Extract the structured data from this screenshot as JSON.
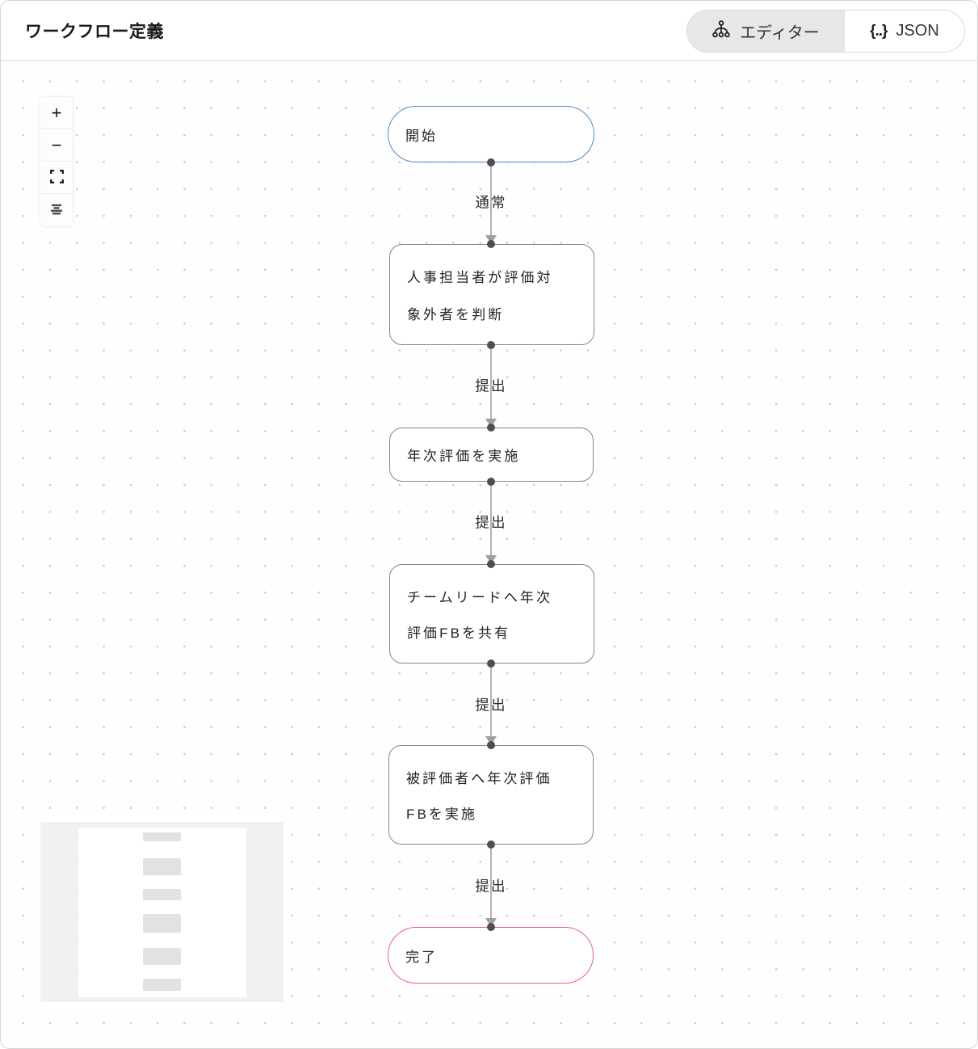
{
  "header": {
    "title": "ワークフロー定義",
    "view_toggle": {
      "editor_tab": {
        "label": "エディター",
        "icon": "workflow-tree-icon",
        "active": true
      },
      "json_tab": {
        "label": "JSON",
        "icon_text": "{..}",
        "active": false
      }
    }
  },
  "canvas": {
    "controls": {
      "zoom_in": "+",
      "zoom_out": "−",
      "fit_view": "fit-view-icon",
      "auto_layout": "auto-layout-icon"
    },
    "nodes": [
      {
        "id": "start",
        "kind": "start",
        "label": "開始",
        "lines": [
          "開始"
        ]
      },
      {
        "id": "task-1",
        "kind": "task",
        "label": "人事担当者が評価対象外者を判断",
        "lines": [
          "人事担当者が評価対",
          "象外者を判断"
        ]
      },
      {
        "id": "task-2",
        "kind": "task",
        "label": "年次評価を実施",
        "lines": [
          "年次評価を実施"
        ]
      },
      {
        "id": "task-3",
        "kind": "task",
        "label": "チームリードへ年次評価FBを共有",
        "lines": [
          "チームリードへ年次",
          "評価FBを共有"
        ]
      },
      {
        "id": "task-4",
        "kind": "task",
        "label": "被評価者へ年次評価FBを実施",
        "lines": [
          "被評価者へ年次評価",
          "FBを実施"
        ]
      },
      {
        "id": "end",
        "kind": "end",
        "label": "完了",
        "lines": [
          "完了"
        ]
      }
    ],
    "edges": [
      {
        "from": "start",
        "to": "task-1",
        "label": "通常"
      },
      {
        "from": "task-1",
        "to": "task-2",
        "label": "提出"
      },
      {
        "from": "task-2",
        "to": "task-3",
        "label": "提出"
      },
      {
        "from": "task-3",
        "to": "task-4",
        "label": "提出"
      },
      {
        "from": "task-4",
        "to": "end",
        "label": "提出"
      }
    ],
    "colors": {
      "start_node_border": "#5185cd",
      "end_node_border": "#ef5d96",
      "task_node_border": "#878787",
      "edge_line": "#b1b1b7",
      "handle_dot": "#4f4f4f",
      "grid_dot": "#c9c9c9",
      "minimap_node": "#e2e2e2"
    }
  }
}
